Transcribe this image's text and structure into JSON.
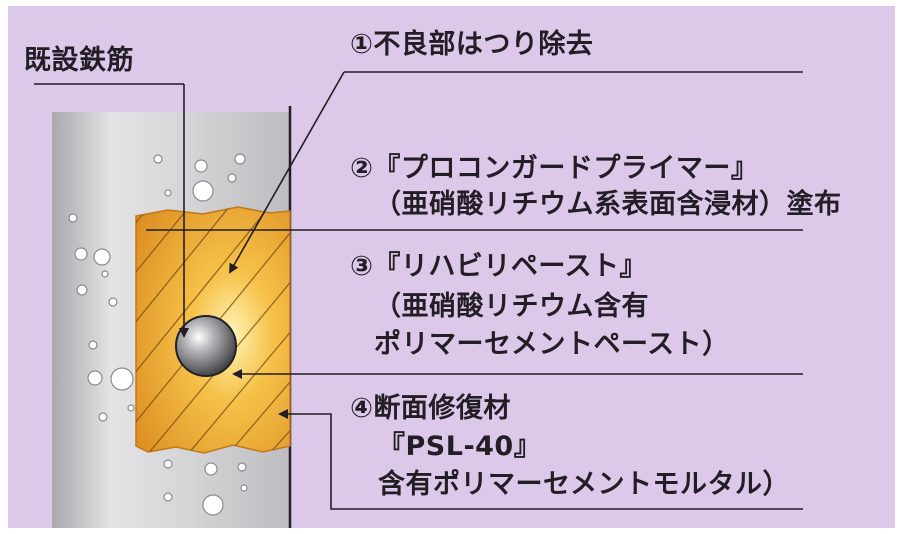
{
  "diagram": {
    "label_rebar": "既設鉄筋",
    "steps": [
      {
        "lines": [
          "①不良部はつり除去"
        ]
      },
      {
        "lines": [
          "②『プロコンガードプライマー』",
          "（亜硝酸リチウム系表面含浸材）塗布"
        ]
      },
      {
        "lines": [
          "③『リハビリペースト』",
          "（亜硝酸リチウム含有",
          "ポリマーセメントペースト）"
        ]
      },
      {
        "lines": [
          "④断面修復材",
          "『PSL-40』",
          "含有ポリマーセメントモルタル）"
        ]
      }
    ]
  },
  "colors": {
    "background": "#dcc8e8",
    "concrete": "#d0d0d2",
    "mortar": "#e8a030",
    "text": "#231d26"
  }
}
